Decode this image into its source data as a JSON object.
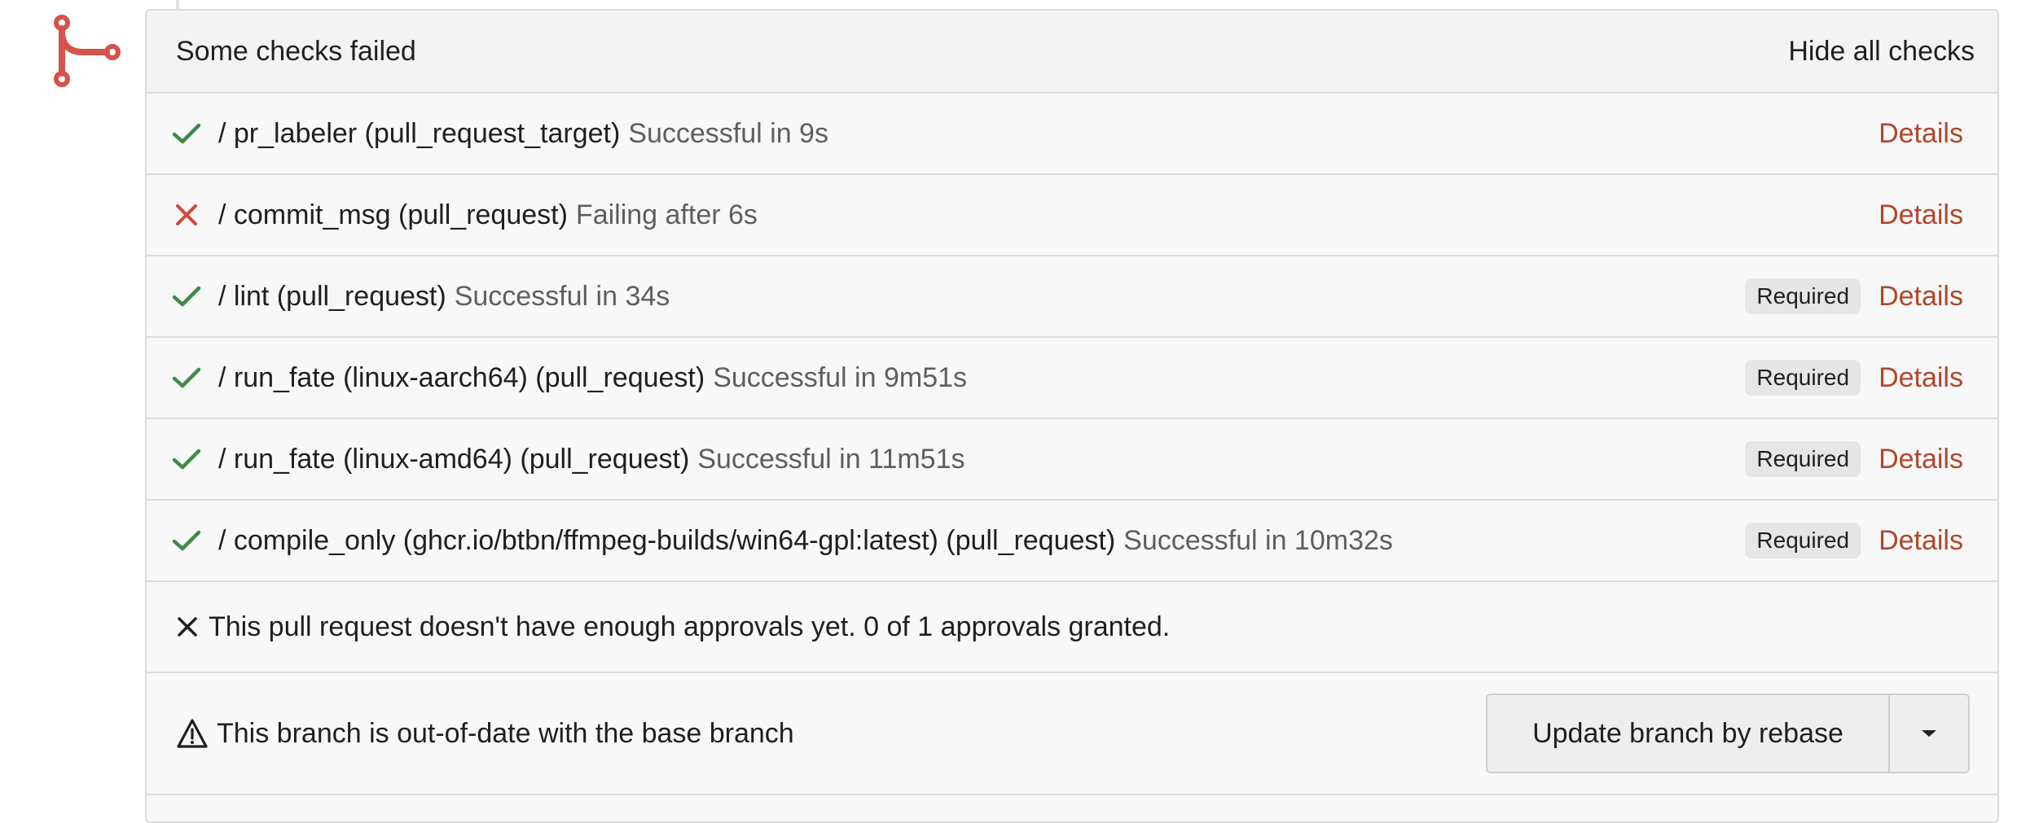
{
  "panel": {
    "title": "Some checks failed",
    "hide_label": "Hide all checks"
  },
  "checks": [
    {
      "name": "/ pr_labeler (pull_request_target)",
      "status": "Successful in 9s",
      "state": "success",
      "required": "",
      "details": "Details"
    },
    {
      "name": "/ commit_msg (pull_request)",
      "status": "Failing after 6s",
      "state": "failure",
      "required": "",
      "details": "Details"
    },
    {
      "name": "/ lint (pull_request)",
      "status": "Successful in 34s",
      "state": "success",
      "required": "Required",
      "details": "Details"
    },
    {
      "name": "/ run_fate (linux-aarch64) (pull_request)",
      "status": "Successful in 9m51s",
      "state": "success",
      "required": "Required",
      "details": "Details"
    },
    {
      "name": "/ run_fate (linux-amd64) (pull_request)",
      "status": "Successful in 11m51s",
      "state": "success",
      "required": "Required",
      "details": "Details"
    },
    {
      "name": "/ compile_only (ghcr.io/btbn/ffmpeg-builds/win64-gpl:latest) (pull_request)",
      "status": "Successful in 10m32s",
      "state": "success",
      "required": "Required",
      "details": "Details"
    }
  ],
  "approval": {
    "text": "This pull request doesn't have enough approvals yet. 0 of 1 approvals granted.",
    "icon": "x-icon"
  },
  "branch": {
    "text": "This branch is out-of-date with the base branch",
    "icon": "warning-icon",
    "update_label": "Update branch by rebase"
  },
  "colors": {
    "success": "#3f8a47",
    "failure": "#d1463a",
    "link": "#b3452b",
    "merge_icon": "#d4534a"
  }
}
